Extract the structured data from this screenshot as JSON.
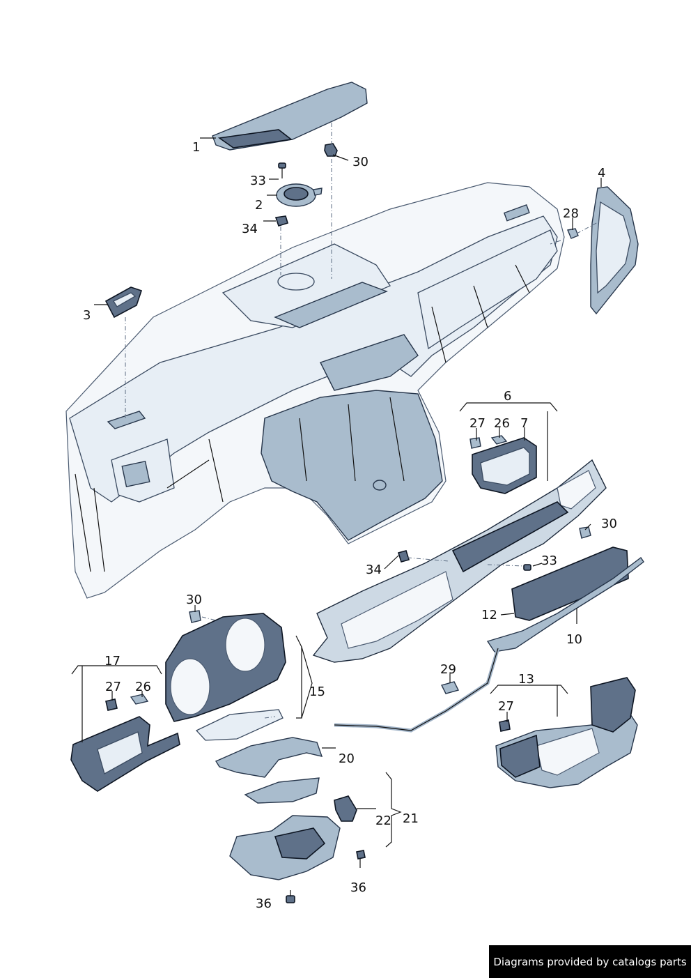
{
  "callouts": {
    "c1": "1",
    "c30a": "30",
    "c33a": "33",
    "c2": "2",
    "c34a": "34",
    "c3": "3",
    "c4": "4",
    "c28": "28",
    "c6": "6",
    "c27a": "27",
    "c26a": "26",
    "c7": "7",
    "c30b": "30",
    "c34b": "34",
    "c33b": "33",
    "c12": "12",
    "c10": "10",
    "c30c": "30",
    "c15": "15",
    "c17": "17",
    "c27b": "27",
    "c26b": "26",
    "c29": "29",
    "c13": "13",
    "c27c": "27",
    "c20": "20",
    "c22": "22",
    "c21": "21",
    "c36a": "36",
    "c36b": "36"
  },
  "footer": {
    "text": "Diagrams provided by catalogs parts"
  },
  "colors": {
    "accent": "#5f7189",
    "outline": "#0d1522",
    "background": "#ffffff"
  }
}
